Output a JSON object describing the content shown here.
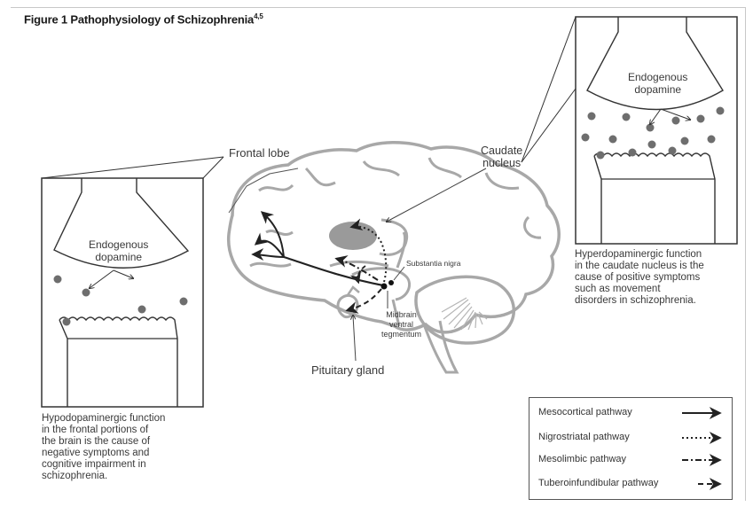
{
  "figure": {
    "title": "Figure 1 Pathophysiology of Schizophrenia",
    "title_superscript": "4,5"
  },
  "labels": {
    "frontal_lobe": "Frontal lobe",
    "caudate_line1": "Caudate",
    "caudate_line2": "nucleus",
    "substantia_nigra": "Substantia nigra",
    "midbrain_line1": "Midbrain",
    "midbrain_line2": "ventral",
    "midbrain_line3": "tegmentum",
    "pituitary": "Pituitary gland"
  },
  "left_synapse": {
    "label_line1": "Endogenous",
    "label_line2": "dopamine"
  },
  "right_synapse": {
    "label_line1": "Endogenous",
    "label_line2": "dopamine"
  },
  "captions": {
    "right": [
      "Hyperdopaminergic function",
      "in the caudate nucleus is the",
      "cause of positive symptoms",
      "such as movement",
      "disorders in schizophrenia."
    ],
    "left": [
      "Hypodopaminergic function",
      "in the frontal portions of",
      "the brain is the cause of",
      "negative symptoms and",
      "cognitive impairment in",
      "schizophrenia."
    ]
  },
  "legend": [
    {
      "label": "Mesocortical pathway",
      "style": "solid"
    },
    {
      "label": "Nigrostriatal pathway",
      "style": "dotted"
    },
    {
      "label": "Mesolimbic pathway",
      "style": "dash-dot"
    },
    {
      "label": "Tuberoinfundibular pathway",
      "style": "dashed"
    }
  ],
  "colors": {
    "brain_outline": "#a8a8a8",
    "dark_line": "#222222",
    "dopamine_dot": "#6e6e6e",
    "caudate_fill": "#9a9a9a"
  }
}
